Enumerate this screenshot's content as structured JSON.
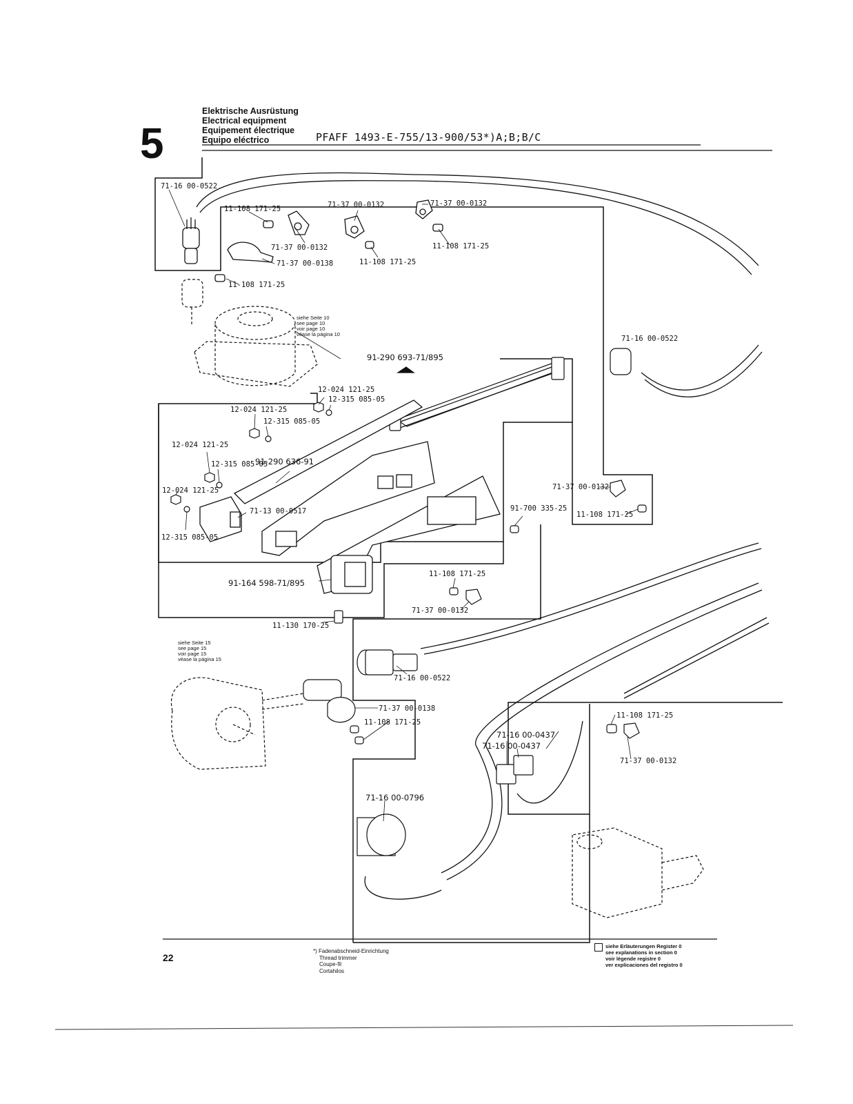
{
  "header": {
    "section_number": "5",
    "titles": [
      "Elektrische Ausrüstung",
      "Electrical equipment",
      "Equipement électrique",
      "Equipo eléctrico"
    ],
    "model": "PFAFF 1493-E-755/13-900/53*)A;B;B/C"
  },
  "part_labels": [
    "71-16 00-0522",
    "11-108 171-25",
    "71-37 00-0132",
    "71-37 00-0132",
    "71-37 00-0132",
    "71-37 00-0138",
    "11-108 171-25",
    "11-108 171-25",
    "11-108 171-25",
    "91-290 693-71/895",
    "12-024 121-25",
    "12-315 085-05",
    "12-024 121-25",
    "12-315 085-05",
    "12-024 121-25",
    "12-315 085-05",
    "91-290 636-91",
    "12-024 121-25",
    "71-13 00-0517",
    "12-315 085-05",
    "71-16 00-0522",
    "71-37 00-0132",
    "91-700 335-25",
    "11-108 171-25",
    "91-164 598-71/895",
    "11-108 171-25",
    "71-37 00-0132",
    "11-130 170-25",
    "71-16 00-0522",
    "71-37 00-0138",
    "11-108 171-25",
    "11-108 171-25",
    "71-37 00-0132",
    "71-16 00-0437",
    "71-16 00-0437",
    "71-16 00-0796"
  ],
  "references": {
    "page10": [
      "siehe Seite 10",
      "see page 10",
      "voir page 10",
      "véase la página 10"
    ],
    "page15": [
      "siehe Seite 15",
      "see page 15",
      "voir page 15",
      "véase la página 15"
    ]
  },
  "footer": {
    "page_number": "22",
    "footnote": [
      "*) Fadenabschneid-Einrichtung",
      "Thread trimmer",
      "Coupe-fil",
      "Cortahilos"
    ],
    "legend": [
      "siehe Erläuterungen Register 0",
      "see explanations in section 0",
      "voir légende registre 0",
      "ver explicaciones del registro 0"
    ]
  }
}
